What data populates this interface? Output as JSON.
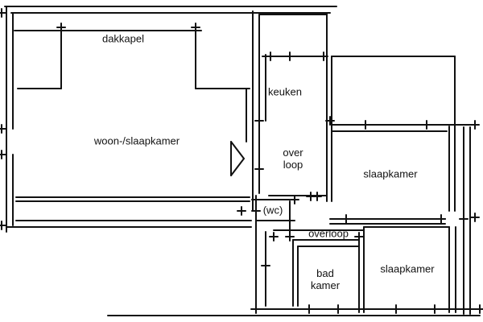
{
  "colors": {
    "ink": "#111111",
    "paper": "#ffffff"
  },
  "rooms": {
    "dormer": {
      "label": "dakkapel"
    },
    "living_bedroom": {
      "label": "woon-/slaapkamer"
    },
    "kitchen": {
      "label": "keuken"
    },
    "landing_upper": {
      "line1": "over",
      "line2": "loop"
    },
    "bedroom_right": {
      "label": "slaapkamer"
    },
    "wc": {
      "label": "(wc)"
    },
    "landing_lower": {
      "label": "overloop"
    },
    "bathroom": {
      "line1": "bad",
      "line2": "kamer"
    },
    "bedroom_lower": {
      "label": "slaapkamer"
    }
  }
}
